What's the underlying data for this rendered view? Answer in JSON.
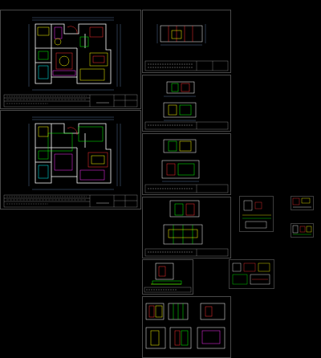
{
  "app": {
    "title": "CAD model space",
    "background_color": "#000000",
    "sheet_border_color": "#808080",
    "palette": {
      "wall": "#ffffff",
      "furniture": "#ffff00",
      "green": "#00ff00",
      "red": "#ff3030",
      "cyan": "#00ffff",
      "magenta": "#ff00ff"
    }
  },
  "sheets": [
    {
      "id": "floor-plan-1",
      "kind": "floor-plan"
    },
    {
      "id": "floor-plan-2",
      "kind": "floor-plan"
    },
    {
      "id": "elevation-1",
      "kind": "elevation"
    },
    {
      "id": "elevation-2",
      "kind": "elevation-pair"
    },
    {
      "id": "elevation-3",
      "kind": "elevation-pair"
    },
    {
      "id": "elevation-4",
      "kind": "elevation-pair"
    },
    {
      "id": "detail-1",
      "kind": "detail"
    },
    {
      "id": "elevation-5",
      "kind": "elevation-grid"
    },
    {
      "id": "detail-small-1",
      "kind": "detail"
    },
    {
      "id": "detail-small-2",
      "kind": "detail"
    },
    {
      "id": "detail-small-3",
      "kind": "detail"
    },
    {
      "id": "detail-small-4",
      "kind": "detail"
    },
    {
      "id": "detail-small-5",
      "kind": "detail"
    }
  ]
}
